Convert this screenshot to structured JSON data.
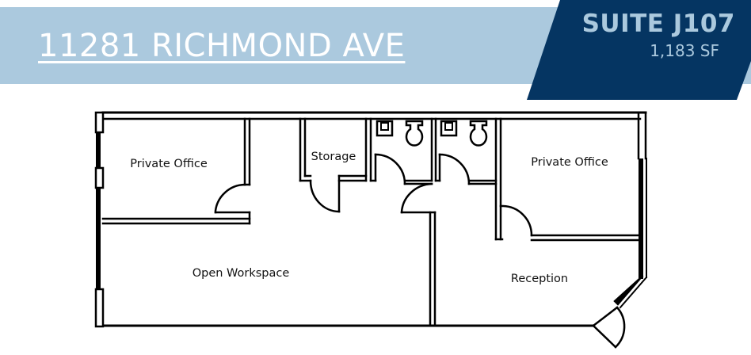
{
  "header": {
    "address": "11281 RICHMOND AVE",
    "suite": "SUITE J107",
    "square_feet": "1,183 SF"
  },
  "colors": {
    "banner_light": "#abc9de",
    "banner_dark": "#053562",
    "wall": "#000000"
  },
  "floor_plan": {
    "rooms": [
      {
        "label": "Private Office"
      },
      {
        "label": "Storage"
      },
      {
        "label": "Private Office"
      },
      {
        "label": "Open Workspace"
      },
      {
        "label": "Reception"
      }
    ],
    "fixtures": [
      "restroom-1",
      "restroom-2"
    ]
  }
}
